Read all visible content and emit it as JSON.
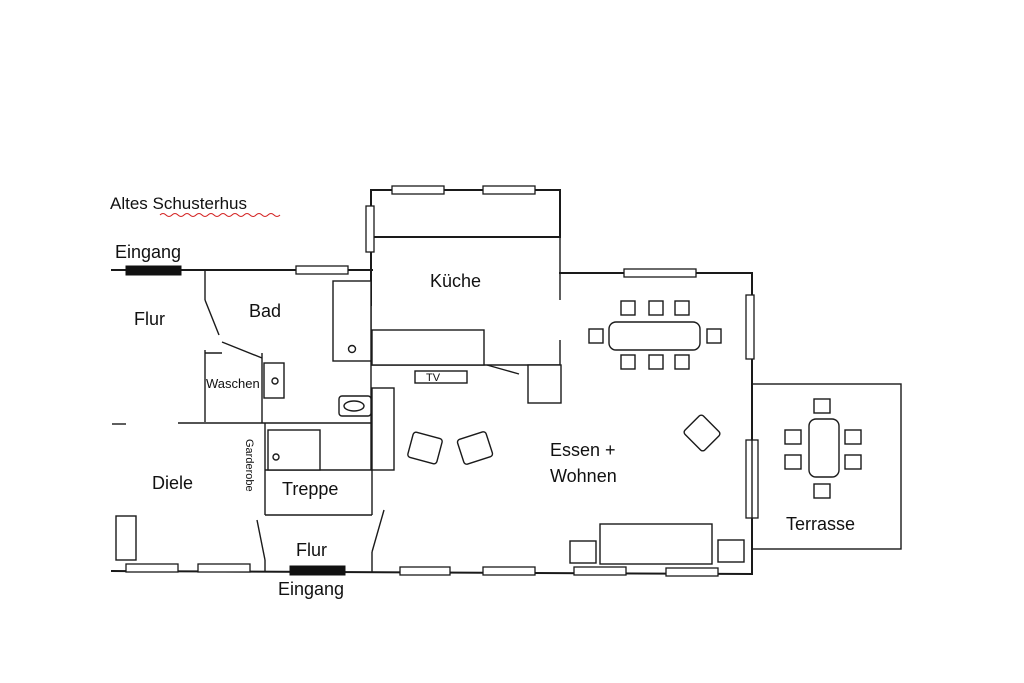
{
  "title": "Altes Schusterhus",
  "rooms": {
    "kueche": "Küche",
    "bad": "Bad",
    "flur_top": "Flur",
    "waschen": "Waschen",
    "garderobe": "Garderobe",
    "diele": "Diele",
    "treppe": "Treppe",
    "flur_bottom": "Flur",
    "essen_line1": "Essen +",
    "essen_line2": "Wohnen",
    "terrasse": "Terrasse"
  },
  "labels": {
    "eingang_top": "Eingang",
    "eingang_bottom": "Eingang",
    "tv": "TV"
  }
}
